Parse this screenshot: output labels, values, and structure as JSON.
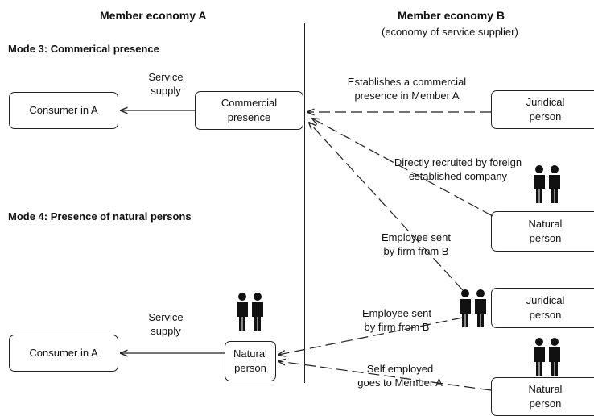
{
  "headers": {
    "economy_a": "Member economy A",
    "economy_b": "Member economy B",
    "economy_b_sub": "(economy of service supplier)"
  },
  "mode3": {
    "title": "Mode 3: Commerical presence",
    "service_line1": "Service",
    "service_line2": "supply",
    "consumer": "Consumer in A",
    "commercial_line1": "Commercial",
    "commercial_line2": "presence",
    "establishes_line1": "Establishes a commercial",
    "establishes_line2": "presence in Member A",
    "juridical_line1": "Juridical",
    "juridical_line2": "person"
  },
  "middle": {
    "recruited_line1": "Directly recruited by foreign",
    "recruited_line2": "established company",
    "natural_line1": "Natural",
    "natural_line2": "person",
    "employee_line1": "Employee sent",
    "employee_line2": "by firm from B"
  },
  "mode4": {
    "title": "Mode 4: Presence of natural persons",
    "service_line1": "Service",
    "service_line2": "supply",
    "consumer": "Consumer in A",
    "natural_line1": "Natural",
    "natural_line2": "person",
    "employee_line1": "Employee sent",
    "employee_line2": "by firm from B",
    "juridical_line1": "Juridical",
    "juridical_line2": "person",
    "self_line1": "Self employed",
    "self_line2": "goes to Member A",
    "natural2_line1": "Natural",
    "natural2_line2": "person"
  },
  "icons": [
    "people-icon",
    "people-icon",
    "people-icon",
    "people-icon"
  ]
}
